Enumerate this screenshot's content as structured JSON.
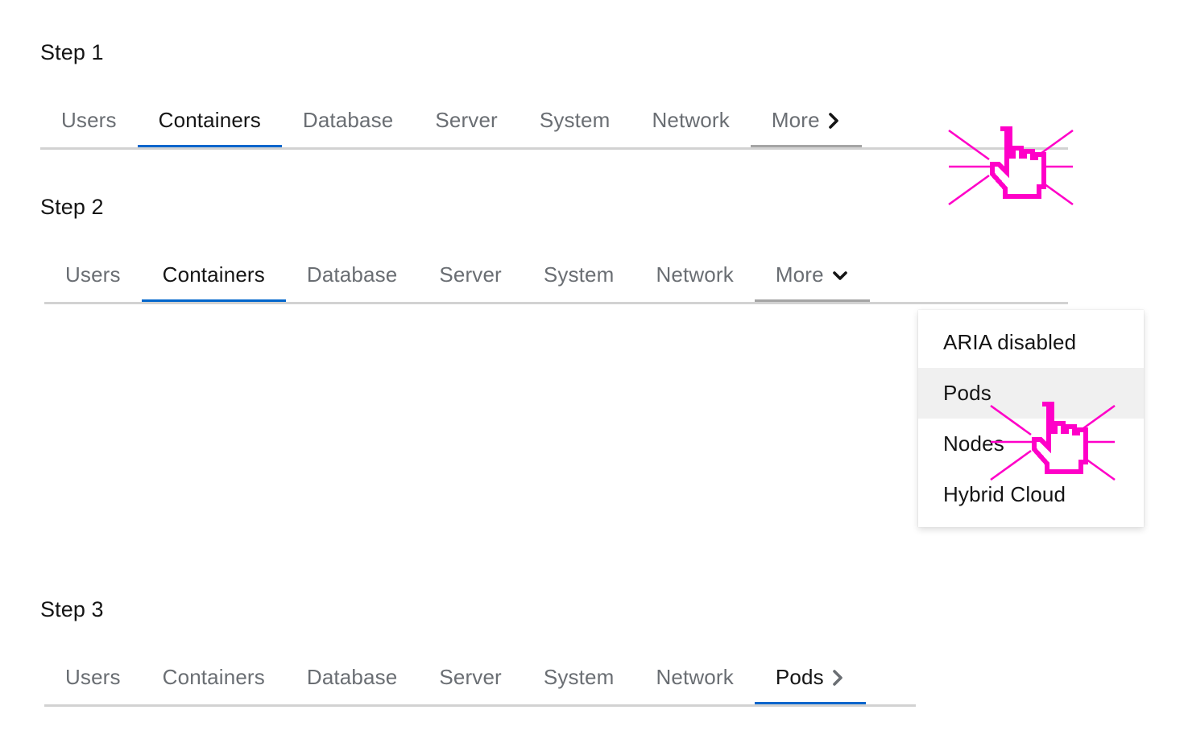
{
  "steps": [
    {
      "heading": "Step 1",
      "tabs": [
        {
          "label": "Users",
          "state": "inactive"
        },
        {
          "label": "Containers",
          "state": "active"
        },
        {
          "label": "Database",
          "state": "inactive"
        },
        {
          "label": "Server",
          "state": "inactive"
        },
        {
          "label": "System",
          "state": "inactive"
        },
        {
          "label": "Network",
          "state": "inactive"
        },
        {
          "label": "More",
          "state": "highlight",
          "icon": "chevron-right-icon"
        }
      ]
    },
    {
      "heading": "Step 2",
      "tabs": [
        {
          "label": "Users",
          "state": "inactive"
        },
        {
          "label": "Containers",
          "state": "active"
        },
        {
          "label": "Database",
          "state": "inactive"
        },
        {
          "label": "Server",
          "state": "inactive"
        },
        {
          "label": "System",
          "state": "inactive"
        },
        {
          "label": "Network",
          "state": "inactive"
        },
        {
          "label": "More",
          "state": "highlight",
          "icon": "chevron-down-icon"
        }
      ],
      "dropdown": {
        "items": [
          {
            "label": "ARIA disabled",
            "hovered": false
          },
          {
            "label": "Pods",
            "hovered": true
          },
          {
            "label": "Nodes",
            "hovered": false
          },
          {
            "label": "Hybrid Cloud",
            "hovered": false
          }
        ]
      }
    },
    {
      "heading": "Step 3",
      "tabs": [
        {
          "label": "Users",
          "state": "inactive"
        },
        {
          "label": "Containers",
          "state": "inactive"
        },
        {
          "label": "Database",
          "state": "inactive"
        },
        {
          "label": "Server",
          "state": "inactive"
        },
        {
          "label": "System",
          "state": "inactive"
        },
        {
          "label": "Network",
          "state": "inactive"
        },
        {
          "label": "Pods",
          "state": "active",
          "icon": "chevron-right-icon"
        }
      ]
    }
  ],
  "cursors": [
    {
      "name": "click-cursor-more-tab",
      "step": "Step 1"
    },
    {
      "name": "click-cursor-pods-item",
      "step": "Step 2"
    }
  ],
  "colors": {
    "accent_blue": "#0066cc",
    "tab_inactive_text": "#6a6e73",
    "tab_active_text": "#151515",
    "baseline_gray": "#d2d2d2",
    "highlight_bar_gray": "#a5a5a5",
    "menu_hover_bg": "#f0f0f0",
    "cursor_magenta": "#ff00c8",
    "page_bg": "#ffffff"
  }
}
